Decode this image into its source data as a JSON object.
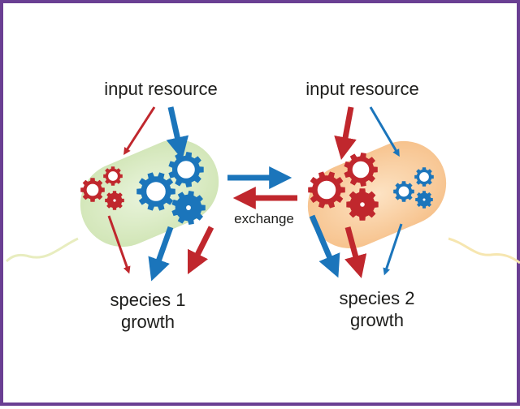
{
  "labels": {
    "species1_input": "input resource",
    "species2_input": "input resource",
    "exchange": "exchange",
    "species1_growth_line1": "species 1",
    "species1_growth_line2": "growth",
    "species2_growth_line1": "species 2",
    "species2_growth_line2": "growth"
  },
  "colors": {
    "frame": "#6a3f93",
    "red": "#c0272d",
    "blue": "#1b75bb",
    "species1_cell": "#d3e8b8",
    "species2_cell": "#f7c98f",
    "flagellum1": "#e8edbf",
    "flagellum2": "#f6e6b0",
    "text": "#1d1d1b"
  }
}
